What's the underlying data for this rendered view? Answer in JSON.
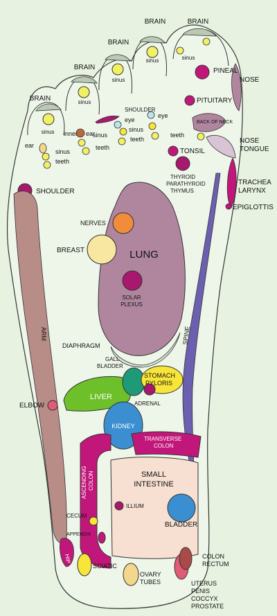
{
  "colors": {
    "background": "#e7f2e0",
    "brain": "#b9c9b4",
    "sinus": "#f2f064",
    "magenta": "#c2177a",
    "purple": "#b0869f",
    "brown": "#b88c87",
    "orange": "#f08c3a",
    "green": "#6ec02a",
    "teal": "#1f9a78",
    "blue": "#3b8fd0",
    "peach": "#f7e0d2",
    "yellow": "#f8e53a",
    "pale_purple": "#d9c4d6",
    "light_blue": "#bde3ec",
    "dark_magenta": "#a8186c",
    "pink": "#e05b77"
  },
  "labels": {
    "brain": "BRAIN",
    "sinus": "sinus",
    "pineal": "PINEAL",
    "nose": "NOSE",
    "pituitary": "PITUITARY",
    "shoulder": "SHOULDER",
    "eye": "eye",
    "back_of_neck": "BACK OF NECK",
    "inner": "inner",
    "ear": "ear",
    "teeth": "teeth",
    "nose_tongue_1": "NOSE",
    "nose_tongue_2": "TONGUE",
    "tonsil": "TONSIL",
    "thyroid": "THYROID",
    "parathyroid": "PARATHYROID",
    "thymus": "THYMUS",
    "trachea": "TRACHEA",
    "larynx": "LARYNX",
    "epiglottis": "EPIGLOTTIS",
    "nerves": "NERVES",
    "breast": "BREAST",
    "lung": "LUNG",
    "solar": "SOLAR",
    "plexus": "PLEXUS",
    "arm": "ARM",
    "spine": "SPINE",
    "diaphragm": "DIAPHRAGM",
    "gall": "GALL",
    "bladder_small": "BLADDER",
    "liver": "LIVER",
    "stomach": "STOMACH",
    "pyloris": "PYLORIS",
    "adrenal": "ADRENAL",
    "elbow": "ELBOW",
    "kidney": "KIDNEY",
    "transverse": "TRANSVERSE",
    "colon": "COLON",
    "ascending": "ASCENDING",
    "small": "SMALL",
    "intestine": "INTESTINE",
    "illium": "ILLIUM",
    "bladder": "BLADDER",
    "cecum": "CECUM",
    "appendix": "APPENDIX",
    "hip": "HIP",
    "sciatic": "SCIATIC",
    "ovary": "OVARY",
    "tubes": "TUBES",
    "colon_rectum_1": "COLON",
    "colon_rectum_2": "RECTUM",
    "uterus": "UTERUS",
    "penis": "PENIS",
    "coccyx": "COCCYX",
    "prostate": "PROSTATE"
  }
}
